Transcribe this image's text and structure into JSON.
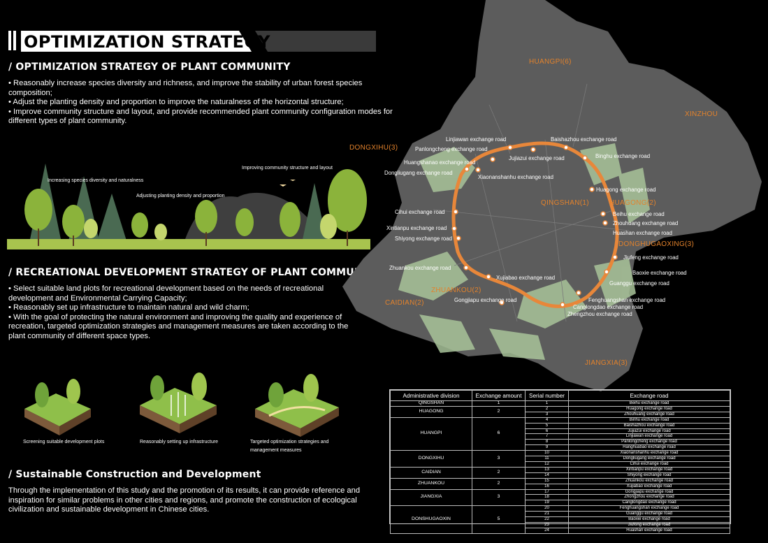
{
  "title": "OPTIMIZATION STRATEGY",
  "sections": {
    "plant": {
      "heading": "/ OPTIMIZATION STRATEGY OF PLANT COMMUNITY",
      "lines": [
        "• Reasonably increase species diversity and richness, and improve the stability of urban forest species composition;",
        "• Adjust the planting density and proportion to improve the naturalness of the horizontal structure;",
        "• Improve community structure and layout, and provide recommended plant community configuration modes for different types of plant community."
      ]
    },
    "recreation": {
      "heading": "/ RECREATIONAL DEVELOPMENT STRATEGY OF PLANT COMMUNITY",
      "lines": [
        "• Select suitable land plots for recreational development based on the needs of recreational development and Environmental Carrying Capacity;",
        "• Reasonably set up infrastructure to maintain natural and wild charm;",
        "• With the goal of protecting the natural environment and improving the quality and experience of recreation, targeted optimization strategies and management measures are taken according to the plant community of different space types."
      ]
    },
    "sustain": {
      "heading": "/ Sustainable Construction and Development",
      "text": "Through the implementation of this study and the promotion of its results, it can provide reference and inspiration for similar problems in other cities and regions, and promote the construction of ecological civilization and sustainable development in Chinese cities."
    }
  },
  "illustration_labels": {
    "diversity": "Increasing species diversity and naturalness",
    "density": "Adjusting planting density and proportion",
    "structure": "Improving community structure and layout",
    "screening": "Screening suitable development plots",
    "infra": "Reasonably setting up infrastructure",
    "targeted": "Targeted optimization strategies and management measures"
  },
  "districts": {
    "huangpi": "HUANGPI(6)",
    "xinzhou": "XINZHOU",
    "dongxihu": "DONGXIHU(3)",
    "qingshan": "QINGSHAN(1)",
    "huagong": "HUAGONG(2)",
    "donghu": "DONGHUGAOXING(3)",
    "zhuankou": "ZHUANKOU(2)",
    "caidian": "CAIDIAN(2)",
    "jiangxia": "JIANGXIA(3)"
  },
  "roads": {
    "linjiawan": "Linjiawan exchange road",
    "baishazhou": "Baishazhou exchange road",
    "panlongcheng": "Panlongcheng exchange road",
    "jujiazui": "Jujiazui exchange road",
    "binghu": "Binghu exchange road",
    "huangshanao": "Huangshanao exchange road",
    "dongliugang": "Dongliugang exchange road",
    "xiaonanshanhu": "Xiaonanshanhu exchange road",
    "huagong": "Huagong exchange road",
    "beihu": "Beihu exchange road",
    "cihui": "Cihui exchange road",
    "zhouhuang": "Zhouhuang exchange road",
    "xintianpu": "Xintianpu exchange road",
    "huashan": "Huashan exchange road",
    "shiyong": "Shiyong exchange road",
    "jiufeng": "Jiufeng exchange road",
    "zhuankou": "Zhuankou exchange road",
    "baoxie": "Baoxie exchange road",
    "xujiabao": "Xujiabao exchange road",
    "guanggu": "Guanggu exchange road",
    "fenghuangshan": "Fenghuangshan exchange road",
    "gongjiapu": "Gongjiapu exchange road",
    "canglongdao": "Canglongdao exchange road",
    "zhengzhou": "Zhengzhou exchange road"
  },
  "table": {
    "headers": [
      "Administrative division",
      "Exchange amount",
      "Serial number",
      "Exchange road"
    ],
    "groups": [
      {
        "division": "QINGSHAN",
        "amount": "1",
        "rows": [
          [
            "1",
            "Beihu exchange road"
          ]
        ]
      },
      {
        "division": "HUAGONG",
        "amount": "2",
        "rows": [
          [
            "2",
            "Huagong exchange road"
          ],
          [
            "3",
            "Zhouhuang exchange road"
          ]
        ]
      },
      {
        "division": "HUANGPI",
        "amount": "6",
        "rows": [
          [
            "4",
            "Binhu exchange road"
          ],
          [
            "5",
            "Baishazhou exchange road"
          ],
          [
            "6",
            "Jujiazui exchange road"
          ],
          [
            "7",
            "Linjiawan exchange road"
          ],
          [
            "8",
            "Panlongcheng exchange road"
          ],
          [
            "9",
            "Hanghuabao exchange road"
          ]
        ]
      },
      {
        "division": "DONGXIHU",
        "amount": "3",
        "rows": [
          [
            "10",
            "Xiaonanshanhu exchange road"
          ],
          [
            "11",
            "Dongliugang exchange road"
          ],
          [
            "12",
            "Cihui exchange road"
          ]
        ]
      },
      {
        "division": "CAIDIAN",
        "amount": "2",
        "rows": [
          [
            "13",
            "Xintianpu exchange road"
          ],
          [
            "14",
            "Shiyong exchange road"
          ]
        ]
      },
      {
        "division": "ZHUANKOU",
        "amount": "2",
        "rows": [
          [
            "15",
            "Zhuankou exchange road"
          ],
          [
            "16",
            "Xujiabao exchange road"
          ]
        ]
      },
      {
        "division": "JIANGXIA",
        "amount": "3",
        "rows": [
          [
            "17",
            "Gongjiapu exchange road"
          ],
          [
            "18",
            "Zhongzhou exchange road"
          ],
          [
            "19",
            "Canglongdao exchange road"
          ]
        ]
      },
      {
        "division": "DONSHUGAOXIN",
        "amount": "5",
        "rows": [
          [
            "20",
            "Fenghuangshan exchange road"
          ],
          [
            "21",
            "Guanggu exchange road"
          ],
          [
            "22",
            "Baoxie exchange road"
          ],
          [
            "23",
            "Jiufong exchange road"
          ],
          [
            "24",
            "Huashan exchange road"
          ]
        ]
      }
    ]
  },
  "colors": {
    "background": "#000000",
    "map_land": "#5c5c5c",
    "green_area": "#a9c49a",
    "ring_road": "#e8873a",
    "district_label": "#e3822b"
  }
}
